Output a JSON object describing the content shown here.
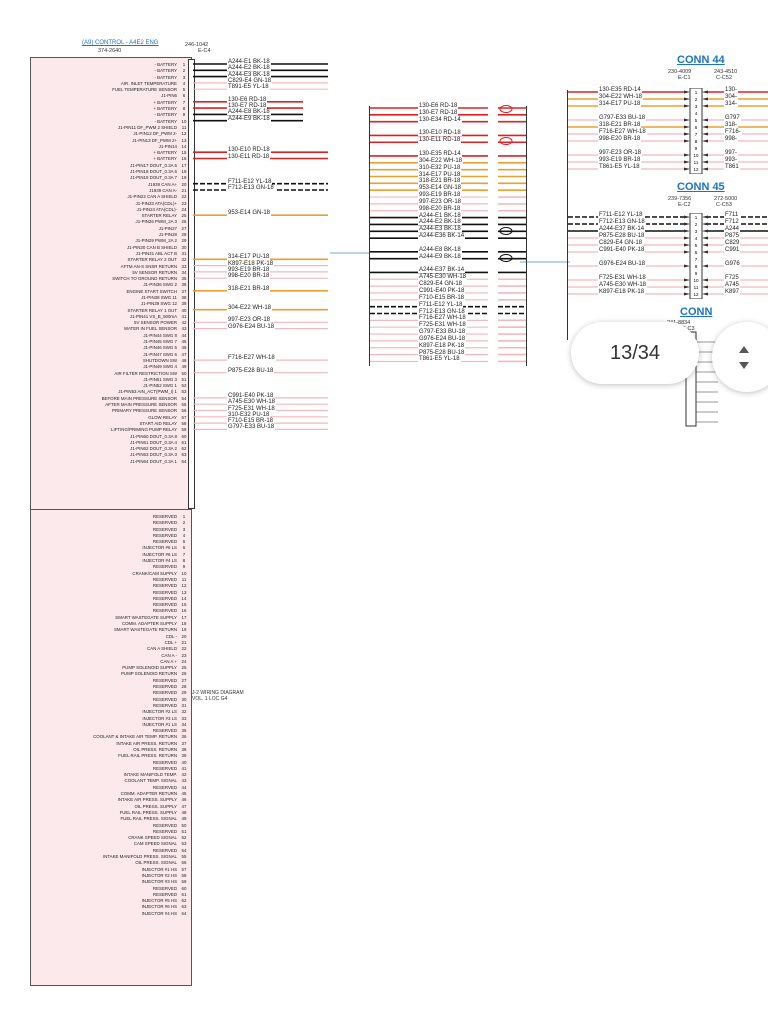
{
  "ecm": {
    "title": "(A9) CONTROL - A4E2 ENG",
    "part": "374-2640",
    "plug_part": "246-1042",
    "plug_ref": "E-C4"
  },
  "j1_labels": [
    "- BATTERY",
    "- BATTERY",
    "- BATTERY",
    "AIR. INLET TEMPERATURE",
    "FUEL TEMPERATURE SENSOR",
    "J1-PIN6",
    "+ BATTERY",
    "+ BATTERY",
    "- BATTERY",
    "- BATTERY",
    "J1-PIN11 DF_PWM 2 SHIELD",
    "J1-PIN12 DF_PWM 2-",
    "J1-PIN13 DF_PWM 2+",
    "J1-PIN14",
    "+ BATTERY",
    "+ BATTERY",
    "J1-PIN17 DOUT_0.3A 5",
    "J1-PIN18 DOUT_0.3A 6",
    "J1-PIN19 DOUT_0.3A 7",
    "J1939 CAN A+",
    "J1939 CAN A-",
    "J1-PIN22 CAN A SHIELD",
    "J1-PIN23 ATA(CDL)+",
    "J1-PIN24 ATA(CDL)-",
    "STARTER RELAY",
    "J1-PIN26 PWM_2A 3",
    "J1-PIN27",
    "J1-PIN28",
    "J1-PIN29 PWM_2A 2",
    "J1-PIN30 CAN B SHIELD",
    "J1-PIN31 ABL ACT B",
    "STARTER RELAY 2 OUT",
    "AFTM AN-S SNSR RETURN",
    "5V SENSOR RETURN",
    "SWITCH TO GROUND RETURN",
    "J1-PIN36 SWG 2",
    "ENGINE START SWITCH",
    "J1-PIN38 SWG 11",
    "J1-PIN39 SWG 12",
    "STARTER RELAY 1 OUT",
    "J1-PIN41 VS_B_500mA",
    "5V SENSOR POWER",
    "WATER IN FUEL SENSOR",
    "J1-PIN44 SWG 8",
    "J1-PIN45 SWG 7",
    "J1-PIN46 SWG 5",
    "J1-PIN47 SWG 6",
    "SHUTDOWN SW",
    "J1-PIN49 SWG 4",
    "AIR FILTER RESTRICTION SW",
    "J1-PIN51 SWG 3",
    "J1-PIN52 SWG 1",
    "J1-PIN53 AIN_ACT(PWM_I) 1",
    "BEFORE MAIN PRESSURE SENSOR",
    "AFTER MAIN PRESSURE SENSOR",
    "PRIMARY PRESSURE SENSOR",
    "GLOW RELAY",
    "START AID RELAY",
    "LIFTING/PRIMING PUMP RELAY",
    "J1-PIN60 DOUT_0.3A 8",
    "J1-PIN61 DOUT_0.3A 4",
    "J1-PIN62 DOUT_0.3A 2",
    "J1-PIN63 DOUT_0.3A 3",
    "J1-PIN64 DOUT_0.3A 1"
  ],
  "j2_labels": [
    "RESERVED",
    "RESERVED",
    "RESERVED",
    "RESERVED",
    "RESERVED",
    "INJECTOR #6 LS",
    "INJECTOR #6 LS",
    "INJECTOR #4 LS",
    "RESERVED",
    "CRANK/CAM SUPPLY",
    "RESERVED",
    "RESERVED",
    "RESERVED",
    "RESERVED",
    "RESERVED",
    "RESERVED",
    "SMART WASTEGATE SUPPLY",
    "COMM. ADAPTER SUPPLY",
    "SMART WASTEGATE RETURN",
    "CDL -",
    "CDL +",
    "CAN A SHIELD",
    "CAN A -",
    "CAN A +",
    "PUMP SOLENOID SUPPLY",
    "PUMP SOLENOID RETURN",
    "RESERVED",
    "RESERVED",
    "RESERVED",
    "RESERVED",
    "RESERVED",
    "INJECTOR #2 LS",
    "INJECTOR #3 LS",
    "INJECTOR #1 LS",
    "RESERVED",
    "COOLANT & INTAKE AIR TEMP. RETURN",
    "INTAKE AIR PRESS. RETURN",
    "OIL PRESS. RETURN",
    "FUEL RAIL PRESS. RETURN",
    "RESERVED",
    "RESERVED",
    "INTAKE MANIFOLD TEMP.",
    "COOLANT TEMP. SIGNAL",
    "RESERVED",
    "COMM. ADAPTER RETURN",
    "INTAKE AIR PRESS. SUPPLY",
    "OIL PRESS. SUPPLY",
    "FUEL RAIL PRESS. SUPPLY",
    "FUEL RAIL PRESS. SIGNAL",
    "RESERVED",
    "RESERVED",
    "CRANK SPEED SIGNAL",
    "CAM SPEED SIGNAL",
    "RESERVED",
    "INTAKE MANIFOLD PRESS. SIGNAL",
    "OIL PRESS. SIGNAL",
    "INJECTOR #1 HS",
    "INJECTOR #2 HS",
    "INJECTOR #3 HS",
    "RESERVED",
    "RESERVED",
    "INJECTOR #5 HS",
    "INJECTOR #6 HS",
    "INJECTOR #4 HS"
  ],
  "j1_wires": [
    {
      "pin": 1,
      "label": "A244-E1 BK-18",
      "color": "#111111",
      "style": "solid",
      "len": "long"
    },
    {
      "pin": 2,
      "label": "A244-E2 BK-18",
      "color": "#111111",
      "style": "solid",
      "len": "long"
    },
    {
      "pin": 3,
      "label": "A244-E3 BK-18",
      "color": "#111111",
      "style": "solid",
      "len": "long"
    },
    {
      "pin": 4,
      "label": "C829-E4 GN-18",
      "color": "#f2b8c2",
      "style": "solid",
      "len": "long"
    },
    {
      "pin": 5,
      "label": "T891-E5 YL-18",
      "color": "#f2b8c2",
      "style": "solid",
      "len": "long"
    },
    {
      "pin": 7,
      "label": "130-E6 RD-18",
      "color": "#e02020",
      "style": "solid",
      "len": "short"
    },
    {
      "pin": 8,
      "label": "130-E7 RD-18",
      "color": "#e02020",
      "style": "solid",
      "len": "short"
    },
    {
      "pin": 9,
      "label": "A244-E8 BK-18",
      "color": "#111111",
      "style": "solid",
      "len": "short"
    },
    {
      "pin": 10,
      "label": "A244-E9 BK-18",
      "color": "#111111",
      "style": "solid",
      "len": "short"
    },
    {
      "pin": 15,
      "label": "130-E10 RD-18",
      "color": "#e02020",
      "style": "solid",
      "len": "long"
    },
    {
      "pin": 16,
      "label": "130-E11 RD-18",
      "color": "#e02020",
      "style": "solid",
      "len": "long"
    },
    {
      "pin": 20,
      "label": "F711-E12 YL-18",
      "color": "#111111",
      "style": "dashed",
      "len": "long"
    },
    {
      "pin": 21,
      "label": "F712-E13 GN-18",
      "color": "#111111",
      "style": "dashed",
      "len": "long"
    },
    {
      "pin": 25,
      "label": "953-E14 GN-18",
      "color": "#e8a030",
      "style": "solid",
      "len": "long"
    },
    {
      "pin": 32,
      "label": "314-E17 PU-18",
      "color": "#e8a030",
      "style": "solid",
      "len": "long"
    },
    {
      "pin": 33,
      "label": "K897-E18 PK-18",
      "color": "#f2b8c2",
      "style": "solid",
      "len": "long"
    },
    {
      "pin": 34,
      "label": "993-E19 BR-18",
      "color": "#f2b8c2",
      "style": "solid",
      "len": "long"
    },
    {
      "pin": 35,
      "label": "998-E20 BR-18",
      "color": "#f2b8c2",
      "style": "solid",
      "len": "long"
    },
    {
      "pin": 37,
      "label": "318-E21 BR-18",
      "color": "#e8a030",
      "style": "solid",
      "len": "long"
    },
    {
      "pin": 40,
      "label": "304-E22 WH-18",
      "color": "#e8a030",
      "style": "solid",
      "len": "long"
    },
    {
      "pin": 42,
      "label": "997-E23 OR-18",
      "color": "#f2b8c2",
      "style": "solid",
      "len": "long"
    },
    {
      "pin": 43,
      "label": "G976-E24 BU-18",
      "color": "#f2b8c2",
      "style": "solid",
      "len": "long"
    },
    {
      "pin": 48,
      "label": "F716-E27 WH-18",
      "color": "#f2b8c2",
      "style": "solid",
      "len": "long"
    },
    {
      "pin": 50,
      "label": "P875-E28 BU-18",
      "color": "#f2b8c2",
      "style": "solid",
      "len": "long"
    },
    {
      "pin": 54,
      "label": "C991-E40 PK-18",
      "color": "#f2b8c2",
      "style": "solid",
      "len": "long"
    },
    {
      "pin": 55,
      "label": "A745-E30 WH-18",
      "color": "#f2b8c2",
      "style": "solid",
      "len": "long"
    },
    {
      "pin": 56,
      "label": "F725-E31 WH-18",
      "color": "#f2b8c2",
      "style": "solid",
      "len": "long"
    },
    {
      "pin": 57,
      "label": "310-E32 PU-18",
      "color": "#f2b8c2",
      "style": "solid",
      "len": "long"
    },
    {
      "pin": 58,
      "label": "F710-E15 BR-18",
      "color": "#f2b8c2",
      "style": "solid",
      "len": "long"
    },
    {
      "pin": 59,
      "label": "G797-E33 BU-18",
      "color": "#f2b8c2",
      "style": "solid",
      "len": "long"
    }
  ],
  "splice_wires": [
    {
      "label": "130-E6 RD-18",
      "color": "#e02020",
      "style": "solid"
    },
    {
      "label": "130-E7 RD-18",
      "color": "#e02020",
      "style": "solid"
    },
    {
      "label": "130-E34 RD-14",
      "color": "#e02020",
      "style": "solid"
    },
    {
      "label": "",
      "color": "#ffffff",
      "style": "none"
    },
    {
      "label": "130-E10 RD-18",
      "color": "#e02020",
      "style": "solid"
    },
    {
      "label": "130-E11 RD-18",
      "color": "#e02020",
      "style": "solid"
    },
    {
      "label": "",
      "color": "#ffffff",
      "style": "none"
    },
    {
      "label": "130-E35 RD-14",
      "color": "#e02020",
      "style": "solid"
    },
    {
      "label": "304-E22 WH-18",
      "color": "#e8a030",
      "style": "solid"
    },
    {
      "label": "310-E32 PU-18",
      "color": "#e8a030",
      "style": "solid"
    },
    {
      "label": "314-E17 PU-18",
      "color": "#e8a030",
      "style": "solid"
    },
    {
      "label": "318-E21 BR-18",
      "color": "#e8a030",
      "style": "solid"
    },
    {
      "label": "953-E14 GN-18",
      "color": "#e8a030",
      "style": "solid"
    },
    {
      "label": "993-E19 BR-18",
      "color": "#f2b8c2",
      "style": "solid"
    },
    {
      "label": "997-E23 OR-18",
      "color": "#f2b8c2",
      "style": "solid"
    },
    {
      "label": "998-E20 BR-18",
      "color": "#f2b8c2",
      "style": "solid"
    },
    {
      "label": "A244-E1 BK-18",
      "color": "#111111",
      "style": "solid"
    },
    {
      "label": "A244-E2 BK-18",
      "color": "#111111",
      "style": "solid"
    },
    {
      "label": "A244-E3 BK-18",
      "color": "#111111",
      "style": "solid"
    },
    {
      "label": "A244-E36 BK-14",
      "color": "#111111",
      "style": "solid"
    },
    {
      "label": "",
      "color": "#ffffff",
      "style": "none"
    },
    {
      "label": "A244-E8 BK-18",
      "color": "#111111",
      "style": "solid"
    },
    {
      "label": "A244-E9 BK-18",
      "color": "#111111",
      "style": "solid"
    },
    {
      "label": "",
      "color": "#ffffff",
      "style": "none"
    },
    {
      "label": "A244-E37 BK-14",
      "color": "#111111",
      "style": "solid"
    },
    {
      "label": "A745-E30 WH-18",
      "color": "#f2b8c2",
      "style": "solid"
    },
    {
      "label": "C829-E4 GN-18",
      "color": "#f2b8c2",
      "style": "solid"
    },
    {
      "label": "C991-E40 PK-18",
      "color": "#f2b8c2",
      "style": "solid"
    },
    {
      "label": "F710-E15 BR-18",
      "color": "#f2b8c2",
      "style": "solid"
    },
    {
      "label": "F711-E12 YL-18",
      "color": "#111111",
      "style": "dashed"
    },
    {
      "label": "F712-E13 GN-18",
      "color": "#111111",
      "style": "dashed"
    },
    {
      "label": "F716-E27 WH-18",
      "color": "#f2b8c2",
      "style": "solid"
    },
    {
      "label": "F725-E31 WH-18",
      "color": "#f2b8c2",
      "style": "solid"
    },
    {
      "label": "G797-E33 BU-18",
      "color": "#f2b8c2",
      "style": "solid"
    },
    {
      "label": "G976-E24 BU-18",
      "color": "#f2b8c2",
      "style": "solid"
    },
    {
      "label": "K897-E18 PK-18",
      "color": "#f2b8c2",
      "style": "solid"
    },
    {
      "label": "P875-E28 BU-18",
      "color": "#f2b8c2",
      "style": "solid"
    },
    {
      "label": "T861-E5 YL-18",
      "color": "#f2b8c2",
      "style": "solid"
    }
  ],
  "conn44": {
    "title": "CONN 44",
    "part_a": "230-4009",
    "ref_a": "E-C1",
    "part_b": "243-4510",
    "ref_b": "C-C52",
    "wires": [
      {
        "label": "130-E35 RD-14",
        "color": "#e02020",
        "style": "solid",
        "right": "130-"
      },
      {
        "label": "304-E22 WH-18",
        "color": "#e8a030",
        "style": "solid",
        "right": "304-"
      },
      {
        "label": "314-E17 PU-18",
        "color": "#e8a030",
        "style": "solid",
        "right": "314-"
      },
      {
        "label": "",
        "color": "#ffffff",
        "style": "none",
        "right": ""
      },
      {
        "label": "G797-E33 BU-18",
        "color": "#f2b8c2",
        "style": "solid",
        "right": "G797"
      },
      {
        "label": "318-E21 BR-18",
        "color": "#e8a030",
        "style": "solid",
        "right": "318-"
      },
      {
        "label": "F716-E27 WH-18",
        "color": "#f2b8c2",
        "style": "solid",
        "right": "F716-"
      },
      {
        "label": "998-E20 BR-18",
        "color": "#f2b8c2",
        "style": "solid",
        "right": "998-"
      },
      {
        "label": "",
        "color": "#ffffff",
        "style": "none",
        "right": ""
      },
      {
        "label": "997-E23 OR-18",
        "color": "#f2b8c2",
        "style": "solid",
        "right": "997-"
      },
      {
        "label": "993-E19 BR-18",
        "color": "#f2b8c2",
        "style": "solid",
        "right": "993-"
      },
      {
        "label": "T861-E5 YL-18",
        "color": "#f2b8c2",
        "style": "solid",
        "right": "T861"
      }
    ]
  },
  "conn45": {
    "title": "CONN 45",
    "part_a": "239-7356",
    "ref_a": "E-C2",
    "part_b": "272-5000",
    "ref_b": "C-C53",
    "wires": [
      {
        "label": "F711-E12 YL-18",
        "color": "#111111",
        "style": "dashed",
        "right": "F711"
      },
      {
        "label": "F712-E13 GN-18",
        "color": "#111111",
        "style": "dashed",
        "right": "F712"
      },
      {
        "label": "A244-E37 BK-14",
        "color": "#111111",
        "style": "solid",
        "right": "A244"
      },
      {
        "label": "P875-E28 BU-18",
        "color": "#f2b8c2",
        "style": "solid",
        "right": "P875"
      },
      {
        "label": "C829-E4 GN-18",
        "color": "#f2b8c2",
        "style": "solid",
        "right": "C829"
      },
      {
        "label": "C991-E40 PK-18",
        "color": "#f2b8c2",
        "style": "solid",
        "right": "C991"
      },
      {
        "label": "",
        "color": "#ffffff",
        "style": "none",
        "right": ""
      },
      {
        "label": "G976-E24 BU-18",
        "color": "#f2b8c2",
        "style": "solid",
        "right": "G976"
      },
      {
        "label": "",
        "color": "#ffffff",
        "style": "none",
        "right": ""
      },
      {
        "label": "F725-E31 WH-18",
        "color": "#f2b8c2",
        "style": "solid",
        "right": "F725"
      },
      {
        "label": "A745-E30 WH-18",
        "color": "#f2b8c2",
        "style": "solid",
        "right": "A745"
      },
      {
        "label": "K897-E18 PK-18",
        "color": "#f2b8c2",
        "style": "solid",
        "right": "K897"
      }
    ]
  },
  "conn46": {
    "title": "CONN",
    "part_a": "241-8834",
    "ref_a": "E-C3"
  },
  "j2_note": {
    "line1": "J-2 WIRING DIAGRAM",
    "line2": "VOL. 1 LOC G4"
  },
  "viewer": {
    "page_indicator": "13/34"
  },
  "colors": {
    "ecm_fill": "#fbe9ec",
    "link_blue": "#1a73c7",
    "red_wire": "#e02020",
    "orange_wire": "#e8a030",
    "pink_wire": "#f2b8c2",
    "black_wire": "#111111",
    "blue_link_line": "#7aa7d8"
  }
}
